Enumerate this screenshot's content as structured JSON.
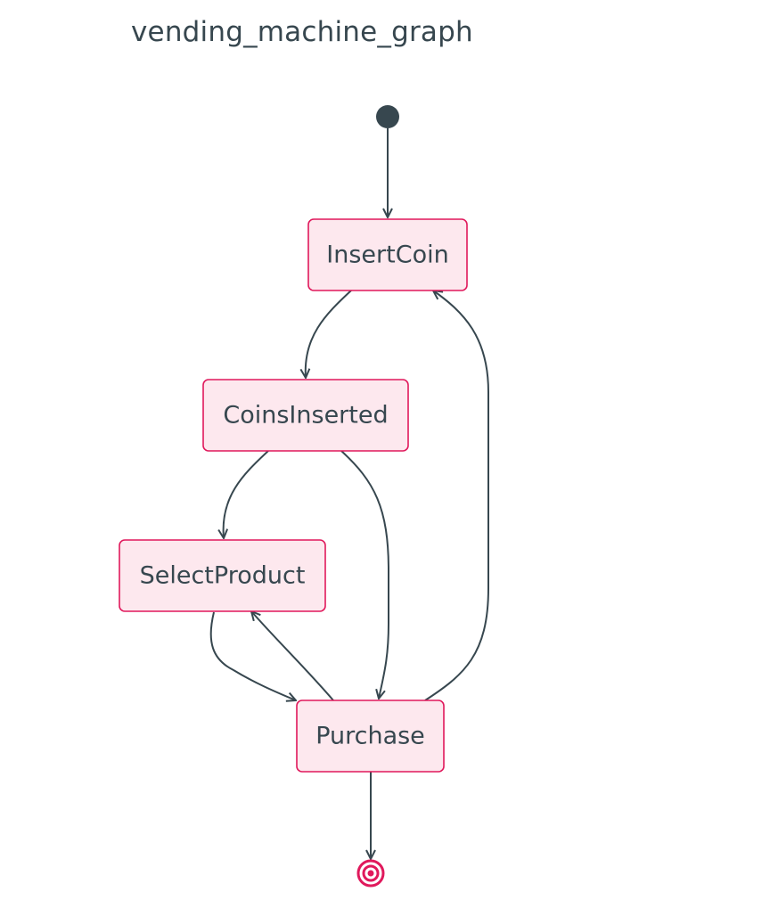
{
  "diagram": {
    "title": "vending_machine_graph",
    "type": "state-diagram",
    "states": [
      {
        "id": "InsertCoin",
        "label": "InsertCoin"
      },
      {
        "id": "CoinsInserted",
        "label": "CoinsInserted"
      },
      {
        "id": "SelectProduct",
        "label": "SelectProduct"
      },
      {
        "id": "Purchase",
        "label": "Purchase"
      }
    ],
    "transitions": [
      {
        "from": "start",
        "to": "InsertCoin"
      },
      {
        "from": "InsertCoin",
        "to": "CoinsInserted"
      },
      {
        "from": "CoinsInserted",
        "to": "SelectProduct"
      },
      {
        "from": "CoinsInserted",
        "to": "Purchase"
      },
      {
        "from": "SelectProduct",
        "to": "Purchase"
      },
      {
        "from": "Purchase",
        "to": "SelectProduct"
      },
      {
        "from": "Purchase",
        "to": "InsertCoin"
      },
      {
        "from": "Purchase",
        "to": "end"
      }
    ],
    "colors": {
      "state_fill": "#fde8ee",
      "state_border": "#e0195c",
      "edge": "#37474f",
      "text": "#37474f",
      "start_marker": "#37474f",
      "end_marker": "#e0195c"
    }
  }
}
